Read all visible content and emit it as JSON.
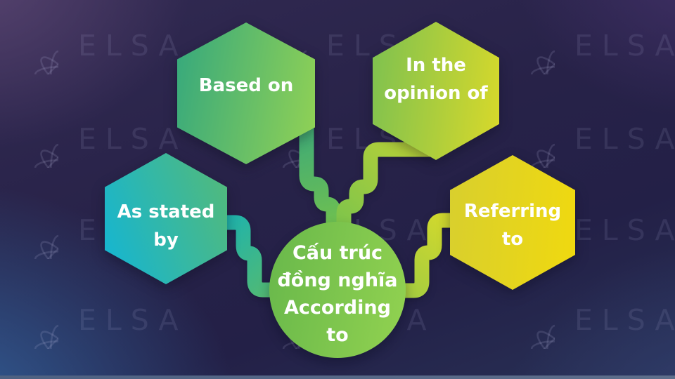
{
  "brand": "ELSA",
  "watermark": {
    "text": "ELSA",
    "logo": "elsa-star-logo"
  },
  "diagram": {
    "center": {
      "id": "center",
      "label": "Cấu trúc đồng nghĩa According to",
      "lines": [
        "Cấu trúc",
        "đồng nghĩa",
        "According",
        "to"
      ],
      "gradient": [
        "#68b84b",
        "#92d250"
      ]
    },
    "nodes": [
      {
        "id": "based-on",
        "label": "Based on",
        "lines": [
          "Based on",
          ""
        ],
        "gradient": [
          "#35a87d",
          "#92d254"
        ]
      },
      {
        "id": "in-the-opinion-of",
        "label": "In the opinion of",
        "lines": [
          "In the",
          "opinion of"
        ],
        "gradient": [
          "#7dc150",
          "#d9d92a"
        ]
      },
      {
        "id": "as-stated-by",
        "label": "As stated by",
        "lines": [
          "As stated",
          "by"
        ],
        "gradient": [
          "#12b5d6",
          "#55ba77"
        ]
      },
      {
        "id": "referring-to",
        "label": "Referring to",
        "lines": [
          "Referring",
          "to"
        ],
        "gradient": [
          "#d8cf2e",
          "#f0d90f"
        ]
      }
    ],
    "connectors": [
      {
        "from": "based-on",
        "to": "center",
        "colors": [
          "#45ad72",
          "#71c14e"
        ]
      },
      {
        "from": "in-the-opinion-of",
        "to": "center",
        "colors": [
          "#b8d138",
          "#7dc44b"
        ]
      },
      {
        "from": "as-stated-by",
        "to": "center",
        "colors": [
          "#1db3ae",
          "#55ba70"
        ]
      },
      {
        "from": "referring-to",
        "to": "center",
        "colors": [
          "#d4d92c",
          "#a6cd3f"
        ]
      }
    ]
  },
  "colors": {
    "background_top_left": "#4a3c63",
    "background_center": "#242147",
    "background_bottom_left": "#33609a",
    "background_bottom_right": "#2a3158",
    "footer_bar": "#54688a",
    "text": "#ffffff"
  }
}
